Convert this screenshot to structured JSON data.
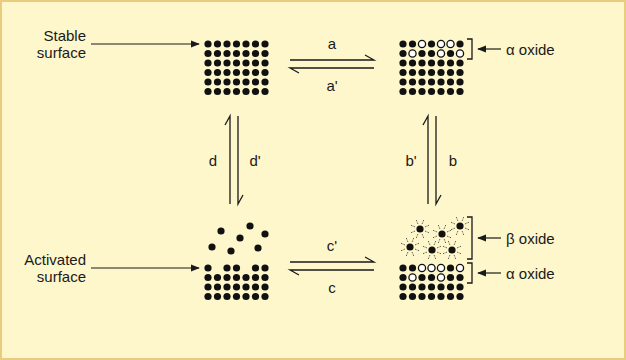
{
  "diagram": {
    "nodes": [
      {
        "text": [
          "Stable surface"
        ]
      },
      {
        "text": [
          "α oxide"
        ]
      },
      {
        "text": [
          "Activated surface"
        ]
      },
      {
        "text": [
          "β oxide",
          "α oxide"
        ]
      }
    ],
    "edges": [
      {
        "from": 0,
        "to": 1,
        "arrow": "to",
        "label": "a"
      },
      {
        "from": 1,
        "to": 0,
        "arrow": "to",
        "label": "a'"
      },
      {
        "from": 2,
        "to": 0,
        "arrow": "to",
        "label": "d"
      },
      {
        "from": 0,
        "to": 2,
        "arrow": "to",
        "label": "d'"
      },
      {
        "from": 3,
        "to": 1,
        "arrow": "to",
        "label": "b'"
      },
      {
        "from": 1,
        "to": 3,
        "arrow": "to",
        "label": "b"
      },
      {
        "from": 2,
        "to": 3,
        "arrow": "to",
        "label": "c'"
      },
      {
        "from": 3,
        "to": 2,
        "arrow": "to",
        "label": "c"
      }
    ]
  }
}
